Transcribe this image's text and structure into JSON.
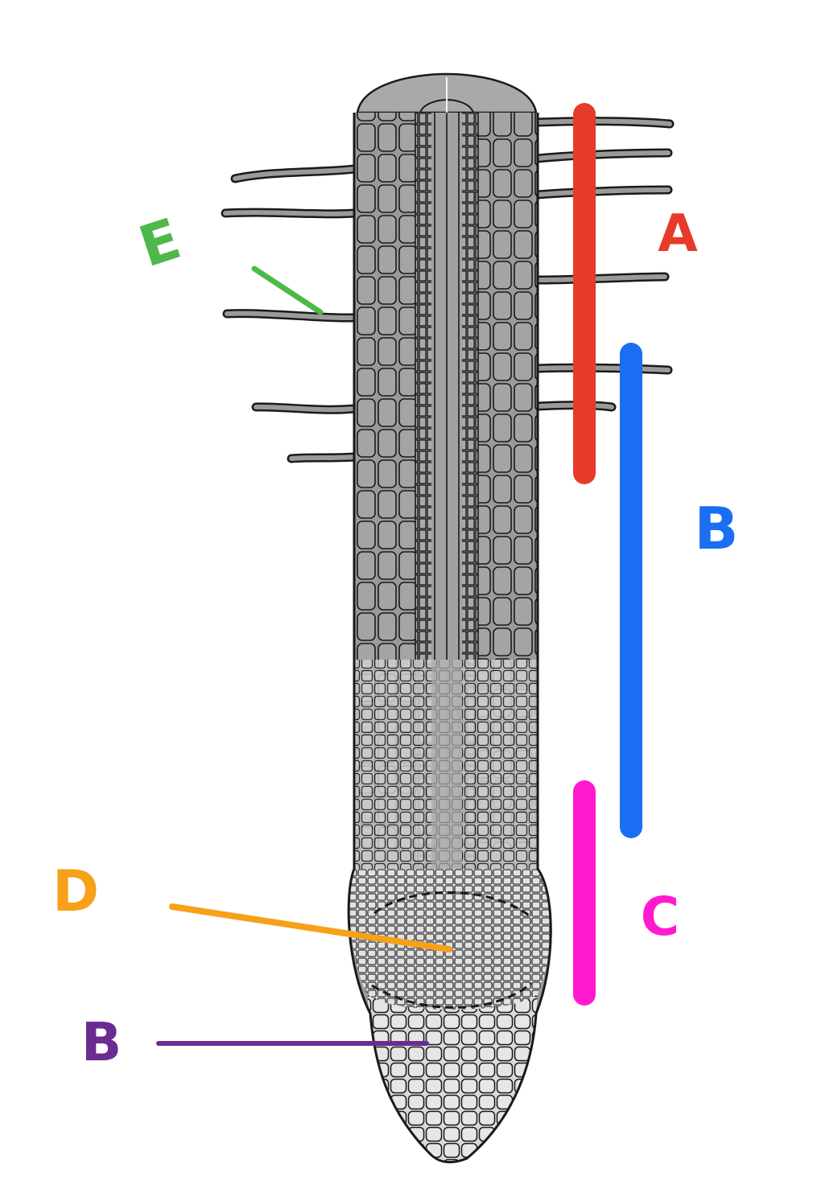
{
  "colors": {
    "background": "#ffffff",
    "tissue_fill": "#9a9a9a",
    "tissue_light": "#c9c9c9",
    "cap_fill": "#e6e6e6",
    "cell_line": "#1a1a1a",
    "zone_a": "#e63a2a",
    "zone_b": "#1a6ef2",
    "zone_c": "#ff1ad0",
    "pointer_d": "#f7a01a",
    "pointer_b": "#6a2c91",
    "pointer_e": "#4fb84a"
  },
  "labels": {
    "a": "A",
    "b_zone": "B",
    "c": "C",
    "d": "D",
    "b_pointer": "B",
    "e": "E"
  },
  "structures": {
    "root_hairs": "root-hairs",
    "vascular_cylinder": "vascular-cylinder",
    "root_cap": "root-cap",
    "meristem": "apical-meristem"
  }
}
